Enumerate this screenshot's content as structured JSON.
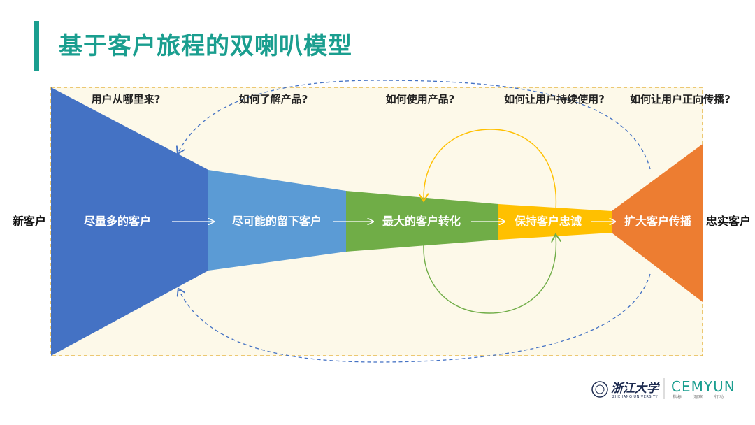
{
  "title": "基于客户旅程的双喇叭模型",
  "questions": [
    "用户从哪里来?",
    "如何了解产品?",
    "如何使用产品?",
    "如何让用户持续使用?",
    "如何让用户正向传播?"
  ],
  "stages": [
    "尽量多的客户",
    "尽可能的留下客户",
    "最大的客户转化",
    "保持客户忠诚",
    "扩大客户传播"
  ],
  "side_labels": {
    "left": "新客户",
    "right": "忠实客户"
  },
  "colors": {
    "accent": "#1a9e8f",
    "stage1": "#4472c4",
    "stage2": "#5b9bd5",
    "stage3": "#70ad47",
    "stage4": "#ffc000",
    "stage5": "#ed7d31",
    "frame_bg": "#fdf9e9",
    "frame_border": "#e6b84a",
    "loop_blue": "#4472c4",
    "loop_yellow": "#ffc000",
    "loop_green": "#70ad47"
  },
  "logos": {
    "university": "浙江大学",
    "university_en": "ZHEJIANG UNIVERSITY",
    "brand": "CEMYUN",
    "brand_sub": [
      "指标",
      "洞察",
      "行动"
    ]
  }
}
